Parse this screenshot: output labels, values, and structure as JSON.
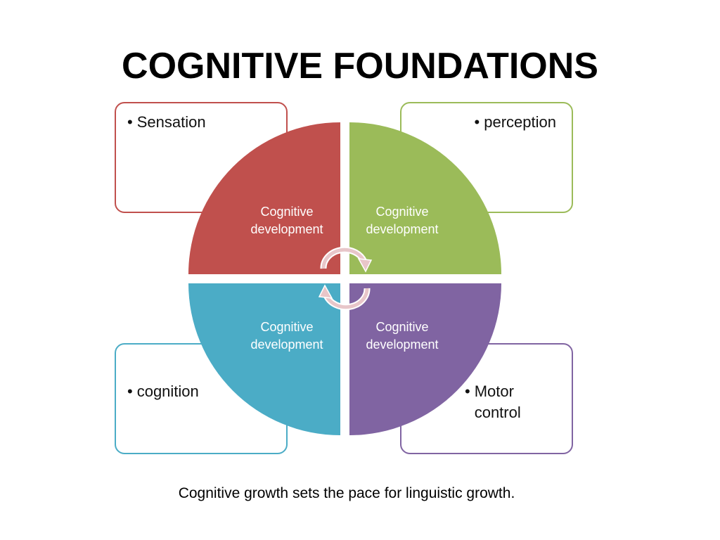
{
  "title": "COGNITIVE FOUNDATIONS",
  "boxes": {
    "top_left": {
      "bullet": "•",
      "text": "Sensation",
      "color": "#c0504d"
    },
    "top_right": {
      "bullet": "•",
      "text": "perception",
      "color": "#9bbb59"
    },
    "bottom_left": {
      "bullet": "•",
      "text": "cognition",
      "color": "#4bacc6"
    },
    "bottom_right": {
      "bullet": "•",
      "text_line1": "Motor",
      "text_line2": "control",
      "color": "#8064a2"
    }
  },
  "quadrants": {
    "top_left": {
      "line1": "Cognitive",
      "line2": "development",
      "color": "#c0504d"
    },
    "top_right": {
      "line1": "Cognitive",
      "line2": "development",
      "color": "#9bbb59"
    },
    "bottom_left": {
      "line1": "Cognitive",
      "line2": "development",
      "color": "#4bacc6"
    },
    "bottom_right": {
      "line1": "Cognitive",
      "line2": "development",
      "color": "#8064a2"
    }
  },
  "center_icon": "cycle-arrows-icon",
  "caption": "Cognitive growth sets the pace for linguistic growth."
}
